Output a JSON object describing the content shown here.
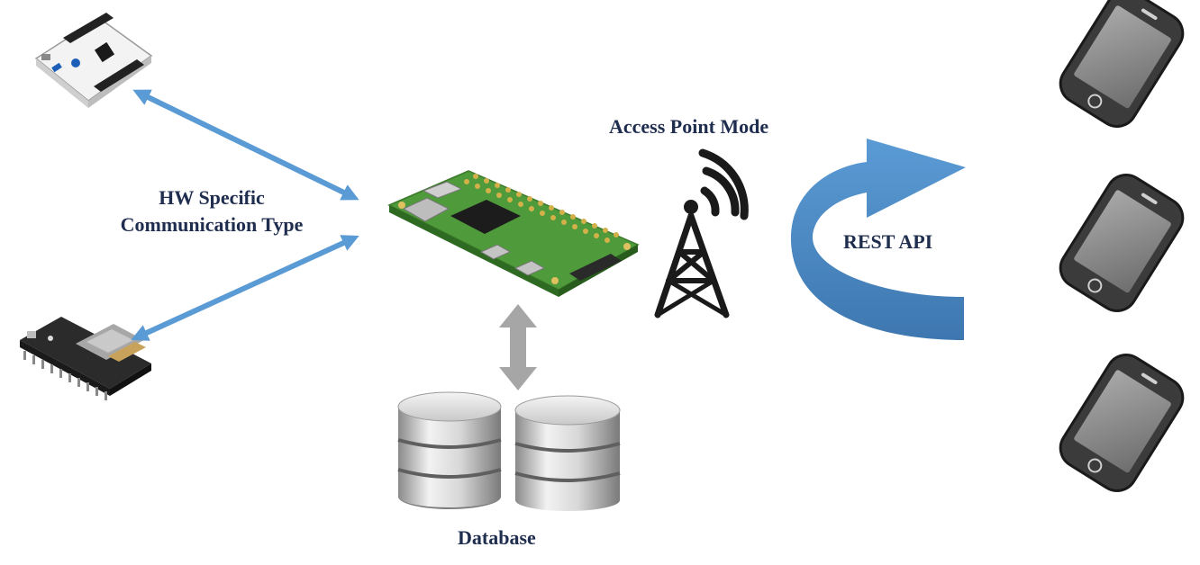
{
  "labels": {
    "hw_line1": "HW Specific",
    "hw_line2": "Communication Type",
    "access_point": "Access Point Mode",
    "rest_api": "REST API",
    "database": "Database"
  },
  "nodes": {
    "mcu_board_top": "stm32-nucleo-board-icon",
    "mcu_board_bottom": "nodemcu-esp8266-board-icon",
    "gateway": "raspberry-pi-zero-icon",
    "antenna": "radio-tower-icon",
    "storage": "database-cylinders-icon",
    "clients": [
      "smartphone-icon",
      "smartphone-icon",
      "smartphone-icon"
    ]
  },
  "colors": {
    "text": "#1f2d4f",
    "blue_arrow": "#5b9bd5",
    "gray_arrow": "#a6a6a6",
    "pcb_green": "#4f9a3a",
    "phone_body": "#3b3b3b",
    "phone_screen": "#8c8c8c"
  }
}
